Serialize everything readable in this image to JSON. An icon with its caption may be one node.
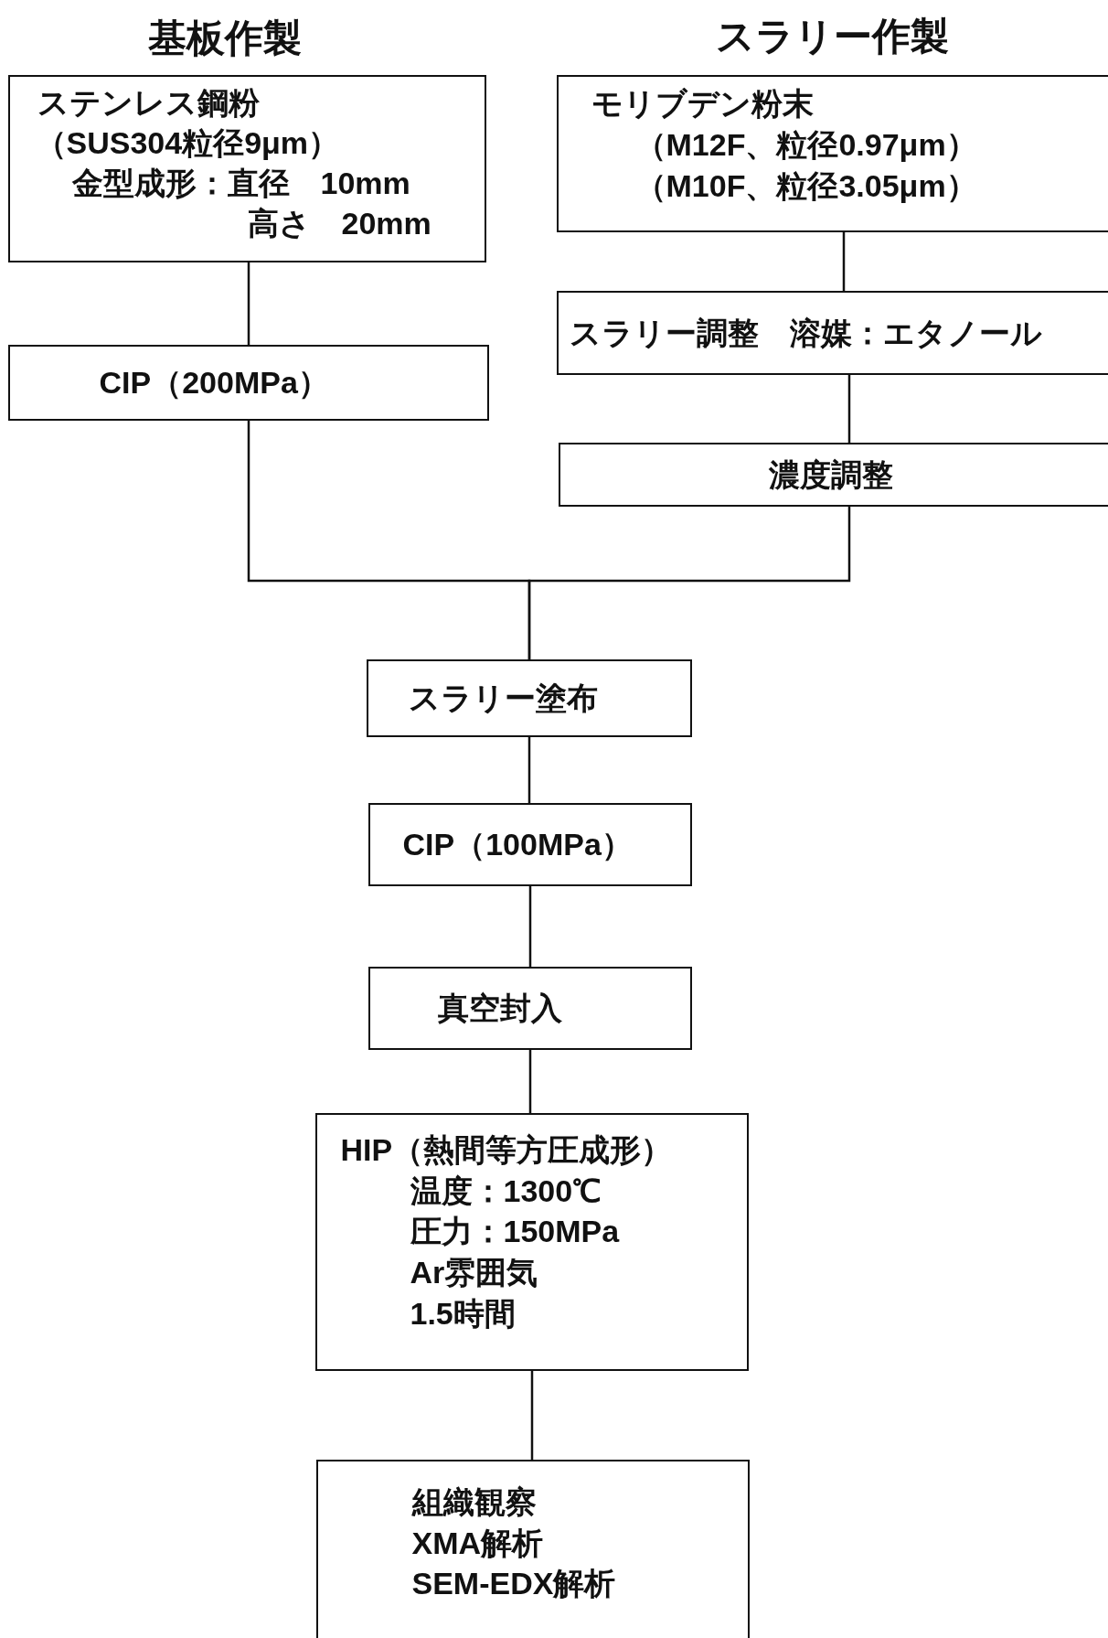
{
  "diagram": {
    "nodes": [
      {
        "text": [
          "ステンレス鋼粉",
          "（SUS304粒径9μm）",
          "金型成形：直径　10mm",
          "高さ　20mm"
        ]
      },
      {
        "text": [
          "モリブデン粉末",
          "（M12F、粒径0.97μm）",
          "（M10F、粒径3.05μm）"
        ]
      },
      {
        "text": [
          "CIP（200MPa）"
        ]
      },
      {
        "text": [
          "スラリー調整　溶媒：エタノール"
        ]
      },
      {
        "text": [
          "濃度調整"
        ]
      },
      {
        "text": [
          "スラリー塗布"
        ]
      },
      {
        "text": [
          "CIP（100MPa）"
        ]
      },
      {
        "text": [
          "真空封入"
        ]
      },
      {
        "text": [
          "HIP（熱間等方圧成形）",
          "温度：1300℃",
          "圧力：150MPa",
          "Ar雰囲気",
          "1.5時間"
        ]
      },
      {
        "text": [
          "組織観察",
          "XMA解析",
          "SEM-EDX解析"
        ]
      }
    ],
    "edges": [
      {
        "from": 0,
        "to": 2,
        "arrow": "none"
      },
      {
        "from": 1,
        "to": 3,
        "arrow": "none"
      },
      {
        "from": 3,
        "to": 4,
        "arrow": "none"
      },
      {
        "from": 2,
        "to": 5,
        "arrow": "none"
      },
      {
        "from": 4,
        "to": 5,
        "arrow": "none"
      },
      {
        "from": 5,
        "to": 6,
        "arrow": "none"
      },
      {
        "from": 6,
        "to": 7,
        "arrow": "none"
      },
      {
        "from": 7,
        "to": 8,
        "arrow": "none"
      },
      {
        "from": 8,
        "to": 9,
        "arrow": "none"
      }
    ],
    "labels": [
      "基板作製",
      "スラリー作製"
    ]
  }
}
